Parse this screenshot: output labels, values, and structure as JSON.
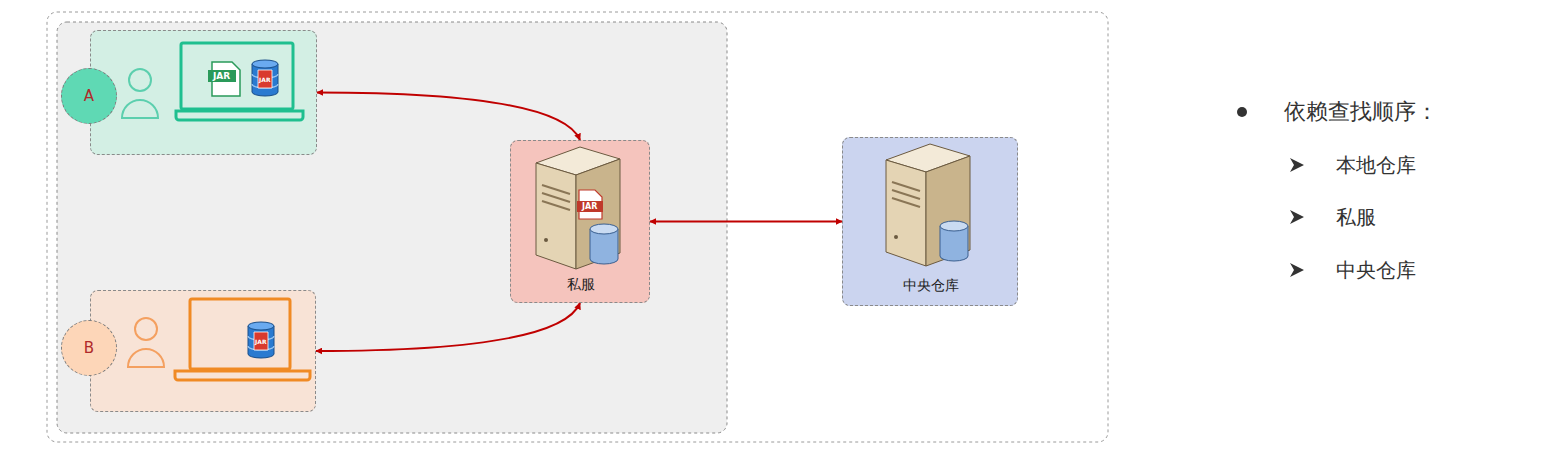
{
  "diagram": {
    "nodes": [
      {
        "text": [
          "A"
        ]
      },
      {
        "text": [
          "B"
        ]
      },
      {
        "text": [
          "私服"
        ]
      },
      {
        "text": [
          "中央仓库"
        ]
      }
    ],
    "edges": [
      {
        "from": 0,
        "to": 2,
        "arrow": "both"
      },
      {
        "from": 1,
        "to": 2,
        "arrow": "both"
      },
      {
        "from": 2,
        "to": 3,
        "arrow": "both"
      }
    ],
    "labels": [
      "依赖查找顺序：",
      "本地仓库",
      "私服",
      "中央仓库",
      "JAR",
      "JAR",
      "JAR",
      "JAR"
    ]
  }
}
